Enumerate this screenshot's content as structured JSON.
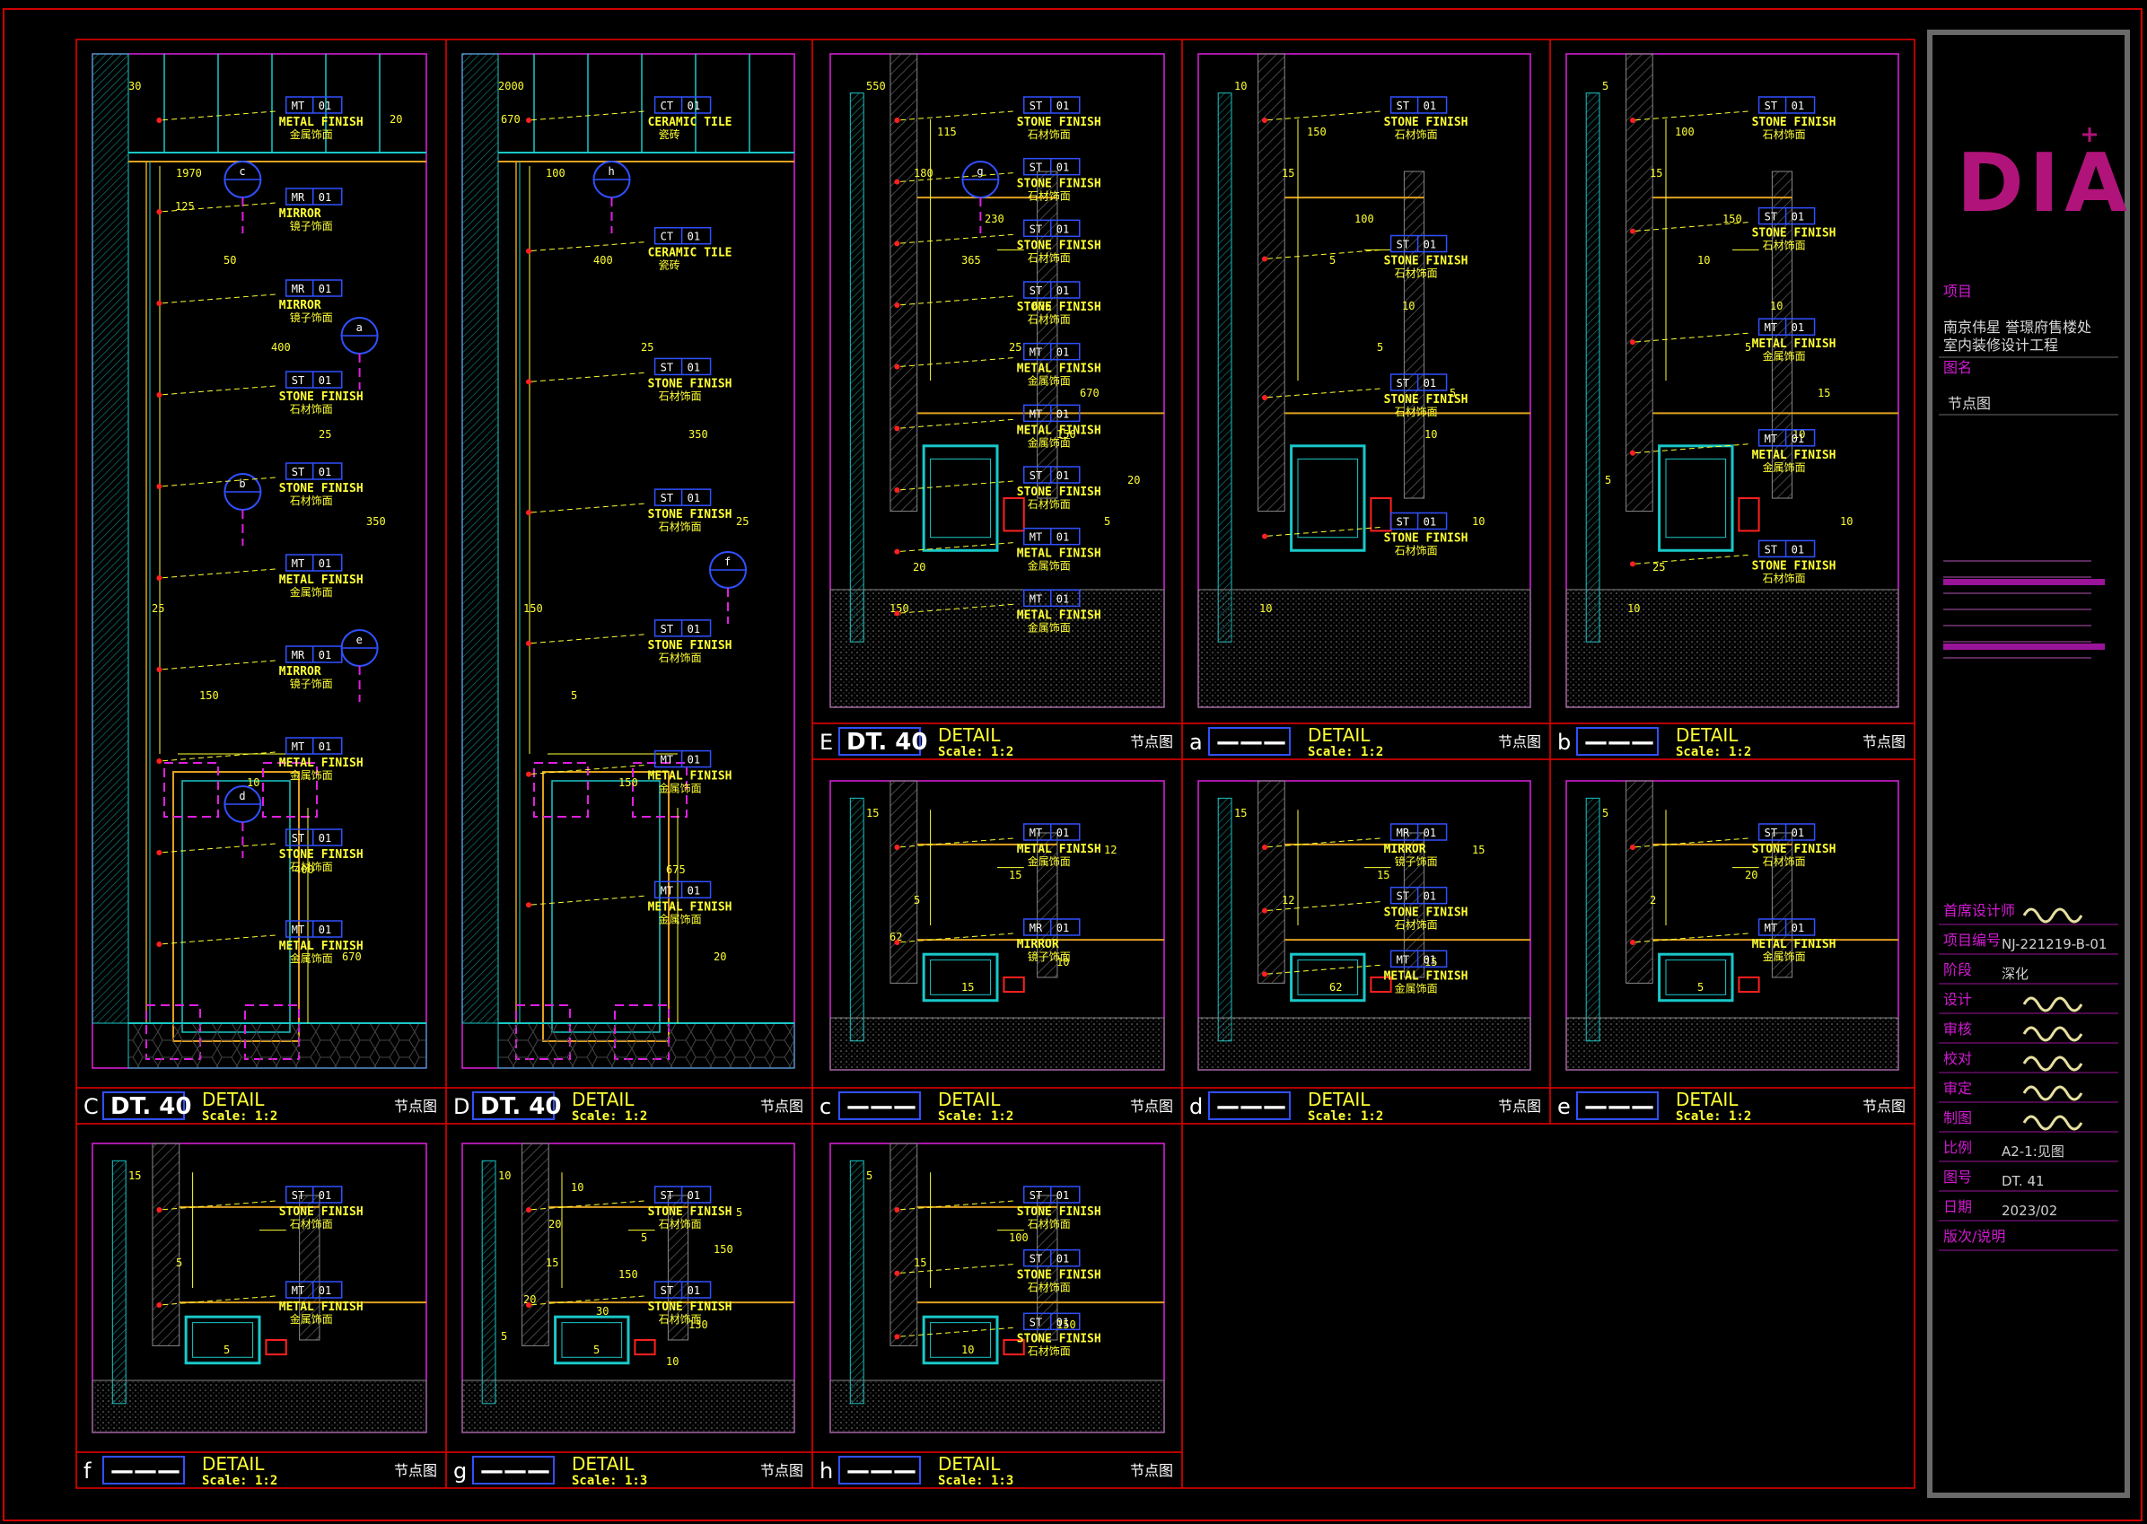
{
  "panels": [
    {
      "id": "C",
      "letter": "C",
      "code": "DT. 40",
      "detail": "DETAIL",
      "scale": "Scale: 1:2",
      "sheet_name": "节点图",
      "tags": [
        {
          "code": "MT",
          "num": "01",
          "en": "METAL FINISH",
          "cn": "金属饰面"
        },
        {
          "code": "MR",
          "num": "01",
          "en": "MIRROR",
          "cn": "镜子饰面"
        },
        {
          "code": "MR",
          "num": "01",
          "en": "MIRROR",
          "cn": "镜子饰面"
        },
        {
          "code": "ST",
          "num": "01",
          "en": "STONE FINISH",
          "cn": "石材饰面"
        },
        {
          "code": "ST",
          "num": "01",
          "en": "STONE FINISH",
          "cn": "石材饰面"
        },
        {
          "code": "MT",
          "num": "01",
          "en": "METAL FINISH",
          "cn": "金属饰面"
        },
        {
          "code": "MR",
          "num": "01",
          "en": "MIRROR",
          "cn": "镜子饰面"
        },
        {
          "code": "MT",
          "num": "01",
          "en": "METAL FINISH",
          "cn": "金属饰面"
        },
        {
          "code": "ST",
          "num": "01",
          "en": "STONE FINISH",
          "cn": "石材饰面"
        },
        {
          "code": "MT",
          "num": "01",
          "en": "METAL FINISH",
          "cn": "金属饰面"
        }
      ],
      "callouts": [
        "c",
        "a",
        "b",
        "e",
        "d"
      ],
      "dims": [
        "30",
        "1970",
        "50",
        "400",
        "25",
        "350",
        "25",
        "150",
        "10",
        "400",
        "670",
        "20",
        "125"
      ]
    },
    {
      "id": "D",
      "letter": "D",
      "code": "DT. 40",
      "detail": "DETAIL",
      "scale": "Scale: 1:2",
      "sheet_name": "节点图",
      "tags": [
        {
          "code": "CT",
          "num": "01",
          "en": "CERAMIC TILE",
          "cn": "瓷砖"
        },
        {
          "code": "CT",
          "num": "01",
          "en": "CERAMIC TILE",
          "cn": "瓷砖"
        },
        {
          "code": "ST",
          "num": "01",
          "en": "STONE FINISH",
          "cn": "石材饰面"
        },
        {
          "code": "ST",
          "num": "01",
          "en": "STONE FINISH",
          "cn": "石材饰面"
        },
        {
          "code": "ST",
          "num": "01",
          "en": "STONE FINISH",
          "cn": "石材饰面"
        },
        {
          "code": "MT",
          "num": "01",
          "en": "METAL FINISH",
          "cn": "金属饰面"
        },
        {
          "code": "MT",
          "num": "01",
          "en": "METAL FINISH",
          "cn": "金属饰面"
        }
      ],
      "callouts": [
        "h",
        "f"
      ],
      "dims": [
        "2000",
        "100",
        "400",
        "25",
        "350",
        "25",
        "150",
        "5",
        "150",
        "675",
        "20",
        "670"
      ]
    },
    {
      "id": "E",
      "letter": "E",
      "code": "DT. 40",
      "detail": "DETAIL",
      "scale": "Scale: 1:2",
      "sheet_name": "节点图",
      "tags": [
        {
          "code": "ST",
          "num": "01",
          "en": "STONE FINISH",
          "cn": "石材饰面"
        },
        {
          "code": "ST",
          "num": "01",
          "en": "STONE FINISH",
          "cn": "石材饰面"
        },
        {
          "code": "ST",
          "num": "01",
          "en": "STONE FINISH",
          "cn": "石材饰面"
        },
        {
          "code": "ST",
          "num": "01",
          "en": "STONE FINISH",
          "cn": "石材饰面"
        },
        {
          "code": "MT",
          "num": "01",
          "en": "METAL FINISH",
          "cn": "金属饰面"
        },
        {
          "code": "MT",
          "num": "01",
          "en": "METAL FINISH",
          "cn": "金属饰面"
        },
        {
          "code": "ST",
          "num": "01",
          "en": "STONE FINISH",
          "cn": "石材饰面"
        },
        {
          "code": "MT",
          "num": "01",
          "en": "METAL FINISH",
          "cn": "金属饰面"
        },
        {
          "code": "MT",
          "num": "01",
          "en": "METAL FINISH",
          "cn": "金属饰面"
        }
      ],
      "callouts": [
        "g"
      ],
      "dims": [
        "550",
        "180",
        "365",
        "25",
        "150",
        "5",
        "150",
        "115",
        "230",
        "675",
        "670",
        "20",
        "20"
      ]
    },
    {
      "id": "a",
      "letter": "a",
      "code": "———",
      "detail": "DETAIL",
      "scale": "Scale: 1:2",
      "sheet_name": "节点图",
      "tags": [
        {
          "code": "ST",
          "num": "01",
          "en": "STONE FINISH",
          "cn": "石材饰面"
        },
        {
          "code": "ST",
          "num": "01",
          "en": "STONE FINISH",
          "cn": "石材饰面"
        },
        {
          "code": "ST",
          "num": "01",
          "en": "STONE FINISH",
          "cn": "石材饰面"
        },
        {
          "code": "ST",
          "num": "01",
          "en": "STONE FINISH",
          "cn": "石材饰面"
        }
      ],
      "dims": [
        "10",
        "15",
        "5",
        "5",
        "10",
        "10",
        "10",
        "150",
        "100",
        "10",
        "5"
      ]
    },
    {
      "id": "b",
      "letter": "b",
      "code": "———",
      "detail": "DETAIL",
      "scale": "Scale: 1:2",
      "sheet_name": "节点图",
      "tags": [
        {
          "code": "ST",
          "num": "01",
          "en": "STONE FINISH",
          "cn": "石材饰面"
        },
        {
          "code": "ST",
          "num": "01",
          "en": "STONE FINISH",
          "cn": "石材饰面"
        },
        {
          "code": "MT",
          "num": "01",
          "en": "METAL FINISH",
          "cn": "金属饰面"
        },
        {
          "code": "MT",
          "num": "01",
          "en": "METAL FINISH",
          "cn": "金属饰面"
        },
        {
          "code": "ST",
          "num": "01",
          "en": "STONE FINISH",
          "cn": "石材饰面"
        }
      ],
      "dims": [
        "5",
        "15",
        "10",
        "5",
        "10",
        "10",
        "10",
        "100",
        "150",
        "10",
        "15",
        "5",
        "25"
      ]
    },
    {
      "id": "c",
      "letter": "c",
      "code": "———",
      "detail": "DETAIL",
      "scale": "Scale: 1:2",
      "sheet_name": "节点图",
      "tags": [
        {
          "code": "MT",
          "num": "01",
          "en": "METAL FINISH",
          "cn": "金属饰面"
        },
        {
          "code": "MR",
          "num": "01",
          "en": "MIRROR",
          "cn": "镜子饰面"
        }
      ],
      "dims": [
        "15",
        "5",
        "15",
        "15",
        "10",
        "12",
        "62"
      ]
    },
    {
      "id": "d",
      "letter": "d",
      "code": "———",
      "detail": "DETAIL",
      "scale": "Scale: 1:2",
      "sheet_name": "节点图",
      "tags": [
        {
          "code": "MR",
          "num": "01",
          "en": "MIRROR",
          "cn": "镜子饰面"
        },
        {
          "code": "ST",
          "num": "01",
          "en": "STONE FINISH",
          "cn": "石材饰面"
        },
        {
          "code": "MT",
          "num": "01",
          "en": "METAL FINISH",
          "cn": "金属饰面"
        }
      ],
      "dims": [
        "15",
        "12",
        "62",
        "15",
        "15",
        "15"
      ]
    },
    {
      "id": "e",
      "letter": "e",
      "code": "———",
      "detail": "DETAIL",
      "scale": "Scale: 1:2",
      "sheet_name": "节点图",
      "tags": [
        {
          "code": "ST",
          "num": "01",
          "en": "STONE FINISH",
          "cn": "石材饰面"
        },
        {
          "code": "MT",
          "num": "01",
          "en": "METAL FINISH",
          "cn": "金属饰面"
        }
      ],
      "dims": [
        "5",
        "2",
        "5",
        "20"
      ]
    },
    {
      "id": "f",
      "letter": "f",
      "code": "———",
      "detail": "DETAIL",
      "scale": "Scale: 1:2",
      "sheet_name": "节点图",
      "tags": [
        {
          "code": "ST",
          "num": "01",
          "en": "STONE FINISH",
          "cn": "石材饰面"
        },
        {
          "code": "MT",
          "num": "01",
          "en": "METAL FINISH",
          "cn": "金属饰面"
        }
      ],
      "dims": [
        "15",
        "5",
        "5"
      ]
    },
    {
      "id": "g",
      "letter": "g",
      "code": "———",
      "detail": "DETAIL",
      "scale": "Scale: 1:3",
      "sheet_name": "节点图",
      "tags": [
        {
          "code": "ST",
          "num": "01",
          "en": "STONE FINISH",
          "cn": "石材饰面"
        },
        {
          "code": "ST",
          "num": "01",
          "en": "STONE FINISH",
          "cn": "石材饰面"
        }
      ],
      "dims": [
        "10",
        "15",
        "5",
        "5",
        "130",
        "5",
        "20",
        "10",
        "150",
        "10",
        "150",
        "5",
        "20",
        "30"
      ]
    },
    {
      "id": "h",
      "letter": "h",
      "code": "———",
      "detail": "DETAIL",
      "scale": "Scale: 1:3",
      "sheet_name": "节点图",
      "tags": [
        {
          "code": "ST",
          "num": "01",
          "en": "STONE FINISH",
          "cn": "石材饰面"
        },
        {
          "code": "ST",
          "num": "01",
          "en": "STONE FINISH",
          "cn": "石材饰面"
        },
        {
          "code": "ST",
          "num": "01",
          "en": "STONE FINISH",
          "cn": "石材饰面"
        }
      ],
      "dims": [
        "5",
        "15",
        "10",
        "100",
        "150"
      ]
    }
  ],
  "title_block": {
    "logo_text": "DIA",
    "project_label": "项目",
    "project_name_1": "南京伟星 誉璟府售楼处",
    "project_name_2": "室内装修设计工程",
    "drawing_label": "图名",
    "drawing_name": "节点图",
    "rows": [
      {
        "label": "首席设计师",
        "value": ""
      },
      {
        "label": "项目编号",
        "value": "NJ-221219-B-01"
      },
      {
        "label": "阶段",
        "value": "深化"
      },
      {
        "label": "设计",
        "value": ""
      },
      {
        "label": "审核",
        "value": ""
      },
      {
        "label": "校对",
        "value": ""
      },
      {
        "label": "审定",
        "value": ""
      },
      {
        "label": "制图",
        "value": ""
      },
      {
        "label": "比例",
        "value": "A2-1:见图"
      },
      {
        "label": "图号",
        "value": "DT. 41"
      },
      {
        "label": "日期",
        "value": "2023/02"
      },
      {
        "label": "版次/说明",
        "value": ""
      }
    ]
  },
  "colors": {
    "frame": "#d00000",
    "magenta": "#e020e0",
    "cyan": "#19c8c8",
    "yellow": "#ffff33",
    "blue": "#3050ff",
    "orange": "#e0a020",
    "grey": "#7a7a7a"
  }
}
